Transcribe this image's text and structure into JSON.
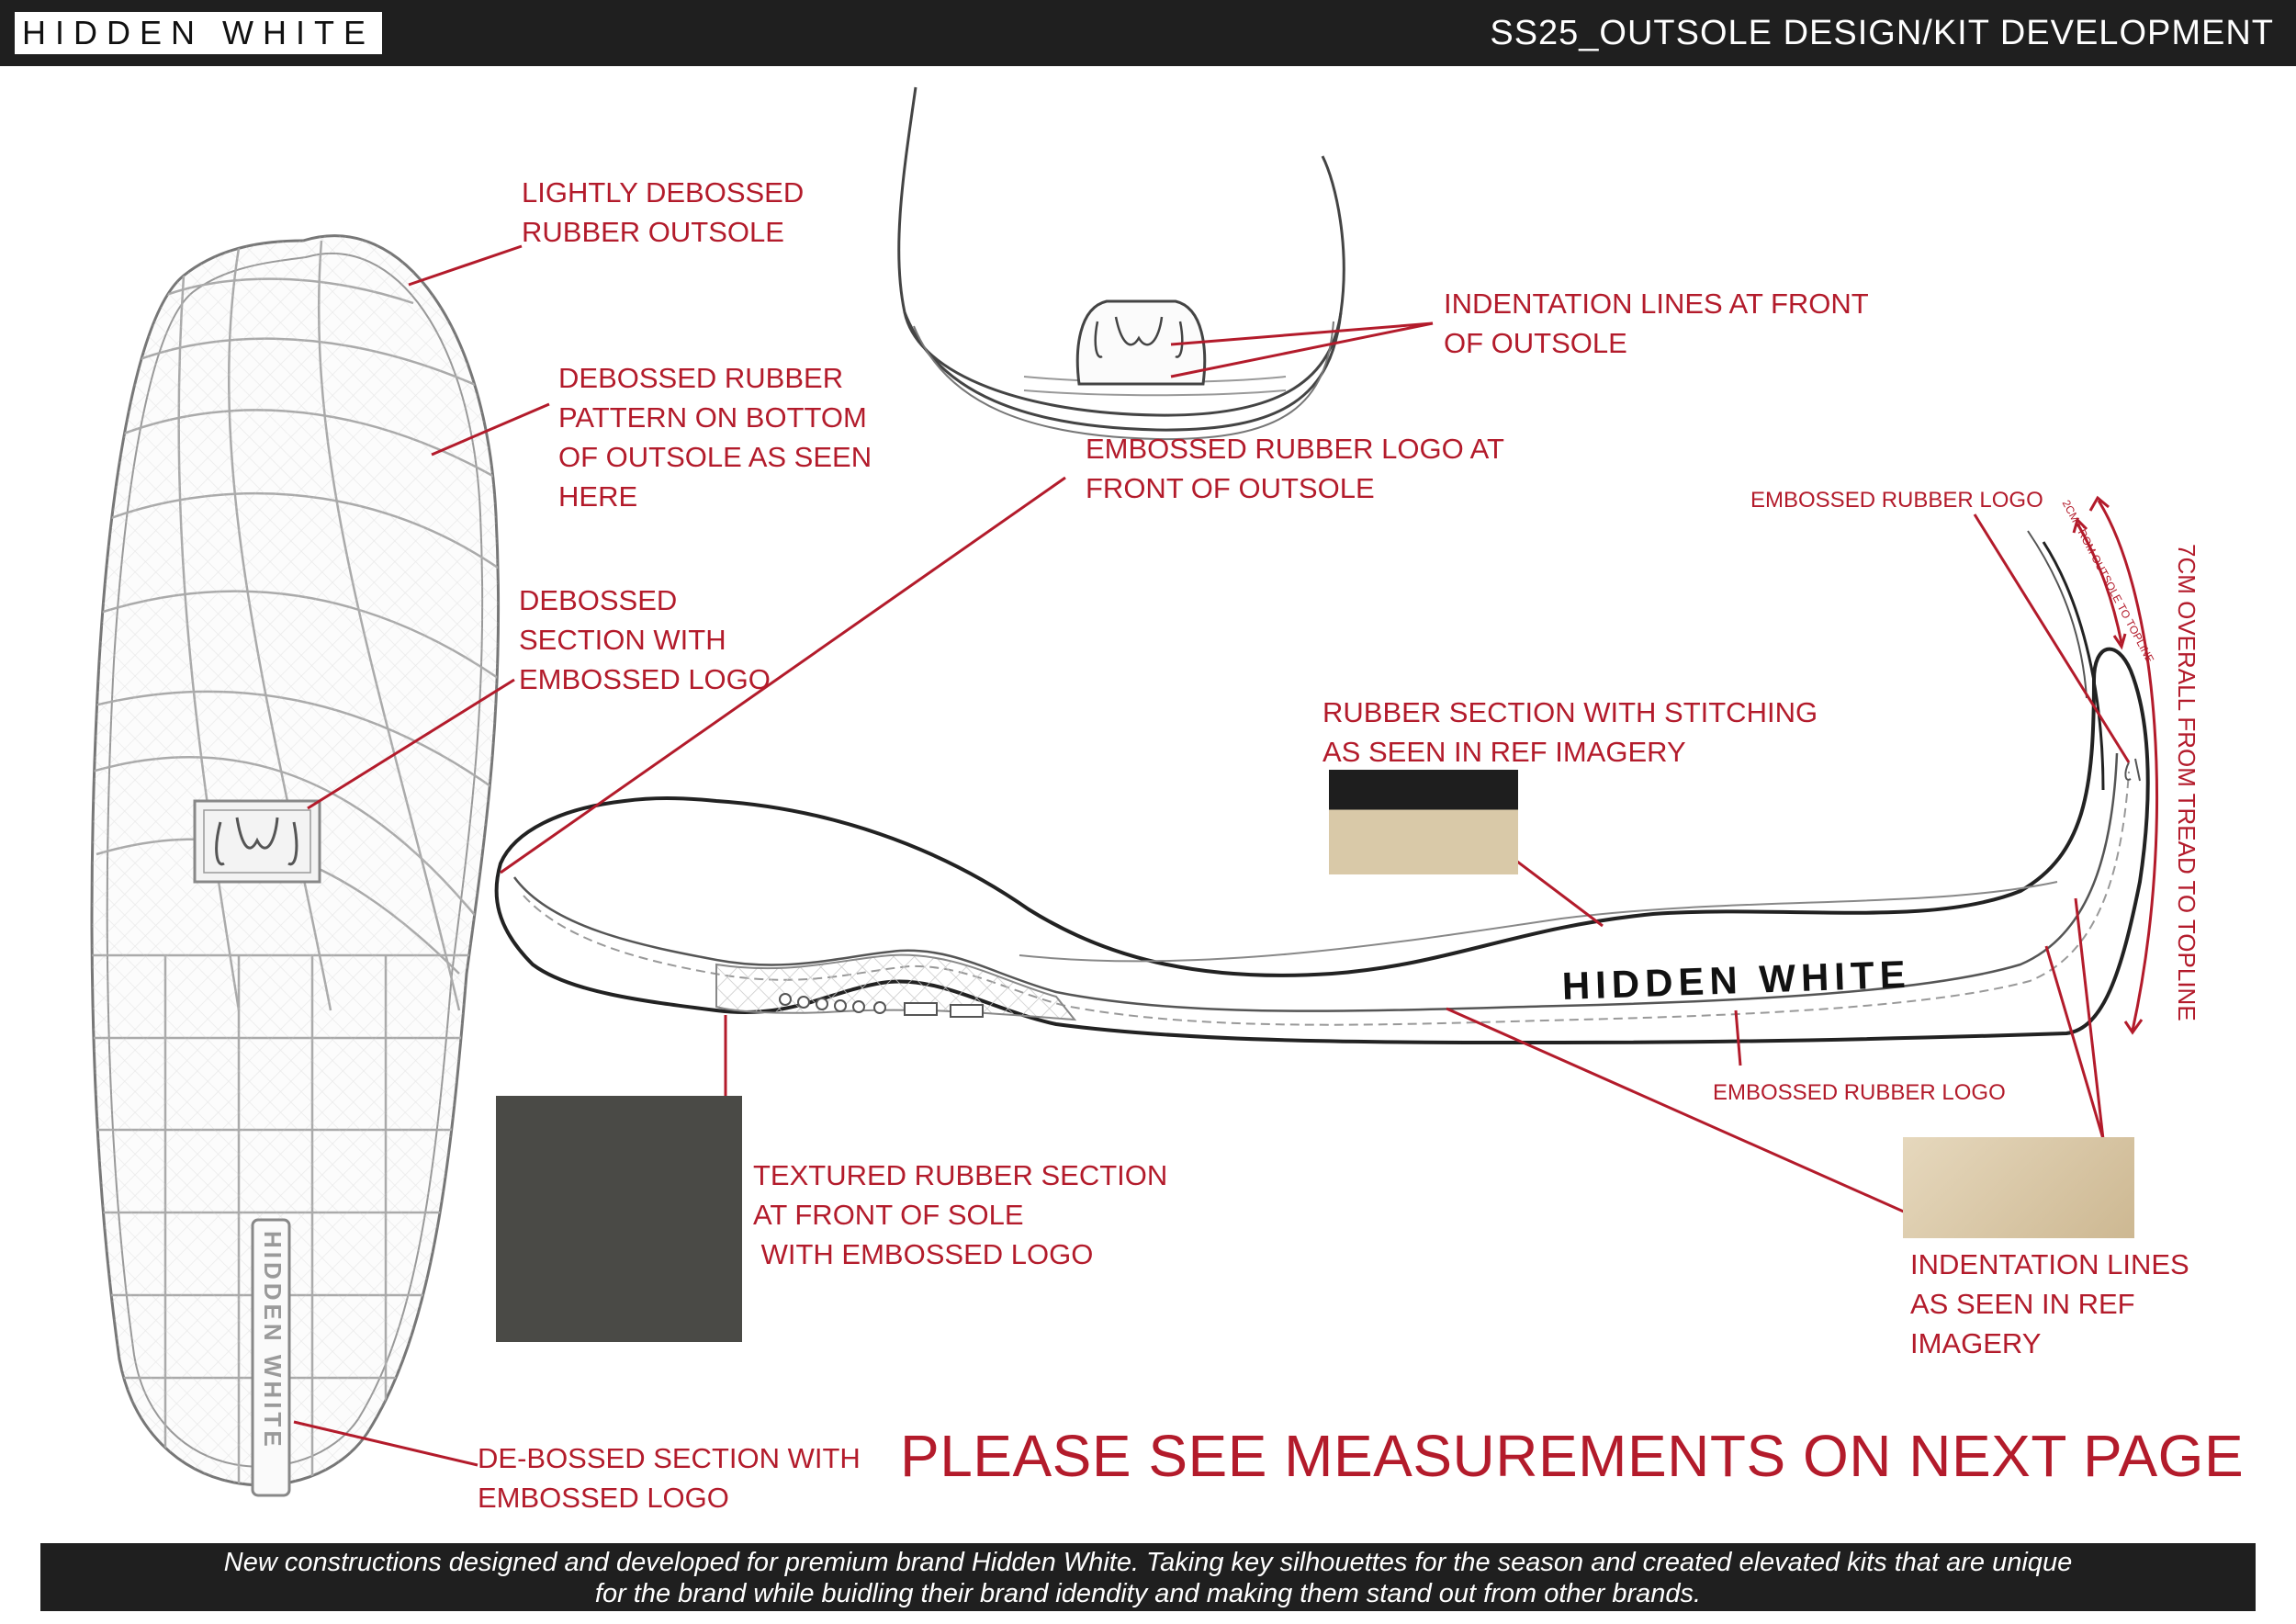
{
  "header": {
    "brand": "HIDDEN WHITE",
    "title": "SS25_OUTSOLE DESIGN/KIT DEVELOPMENT"
  },
  "sole_logo_text": "HIDDEN WHITE",
  "side_logo_text": "HIDDEN WHITE",
  "callouts": {
    "lightly_debossed": [
      "LIGHTLY DEBOSSED",
      "RUBBER OUTSOLE"
    ],
    "debossed_pattern": [
      "DEBOSSED RUBBER",
      "PATTERN ON BOTTOM",
      "OF OUTSOLE AS SEEN",
      "HERE"
    ],
    "debossed_section": [
      "DEBOSSED",
      "SECTION WITH",
      "EMBOSSED LOGO"
    ],
    "indentation_front": [
      "INDENTATION LINES AT FRONT",
      "OF OUTSOLE"
    ],
    "embossed_front": [
      "EMBOSSED RUBBER LOGO AT",
      "FRONT OF OUTSOLE"
    ],
    "embossed_heel": "EMBOSSED RUBBER LOGO",
    "rubber_stitching": [
      "RUBBER SECTION WITH STITCHING",
      "AS SEEN IN REF IMAGERY"
    ],
    "embossed_side": "EMBOSSED RUBBER LOGO",
    "textured": [
      "TEXTURED RUBBER SECTION",
      "AT FRONT OF SOLE",
      " WITH EMBOSSED LOGO"
    ],
    "indentation_ref": [
      "INDENTATION LINES",
      "AS SEEN IN REF",
      "IMAGERY"
    ],
    "de_bossed": [
      "DE-BOSSED SECTION WITH",
      "EMBOSSED LOGO"
    ],
    "measure_2cm": "2CM FROM OUTSOLE TO TOPLINE",
    "measure_7cm": "7CM OVERALL FROM TREAD TO TOPLINE"
  },
  "notice": "PLEASE SEE MEASUREMENTS ON NEXT PAGE",
  "footer": {
    "line1": "New constructions designed and developed for premium brand Hidden White. Taking key silhouettes for the season and created elevated kits that are unique",
    "line2": "for the brand while buidling their brand idendity and making them stand out from other brands."
  },
  "colors": {
    "accent": "#b31b2b",
    "bar": "#1f1f1f",
    "line": "#333333",
    "swatch_dark": "#4a4a46",
    "swatch_tan": "#d8c7a6"
  }
}
